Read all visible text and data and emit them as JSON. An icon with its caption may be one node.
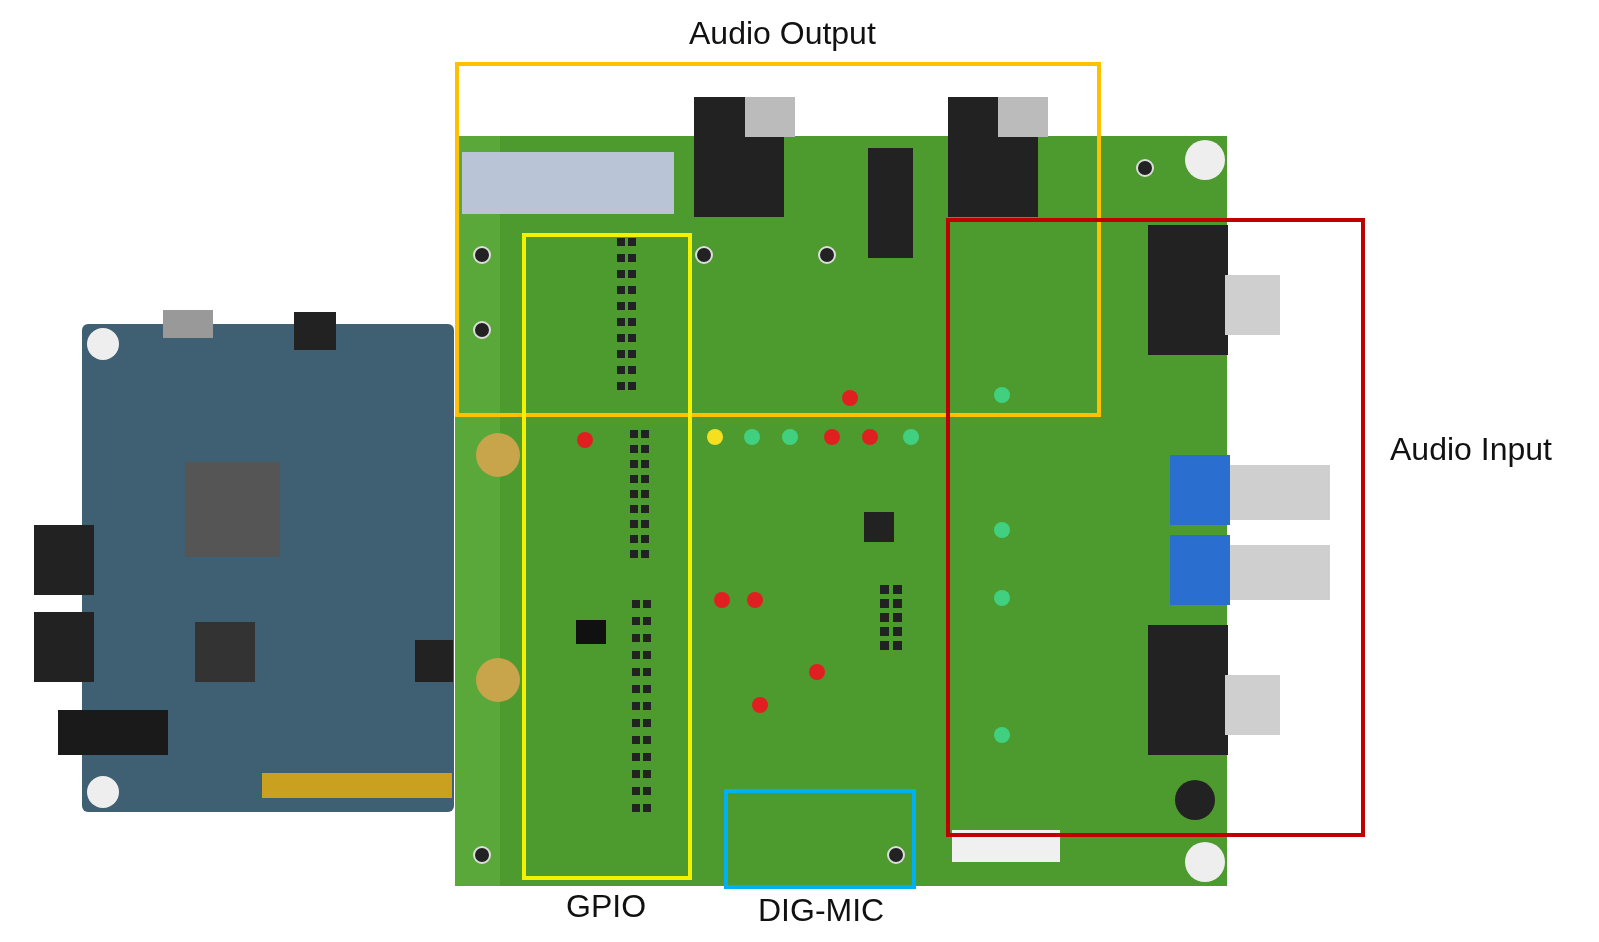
{
  "diagram": {
    "nodes": [
      {
        "text": [
          "Audio Output"
        ]
      },
      {
        "text": [
          "Audio Input"
        ]
      },
      {
        "text": [
          "GPIO"
        ]
      },
      {
        "text": [
          "DIG-MIC"
        ]
      }
    ]
  }
}
